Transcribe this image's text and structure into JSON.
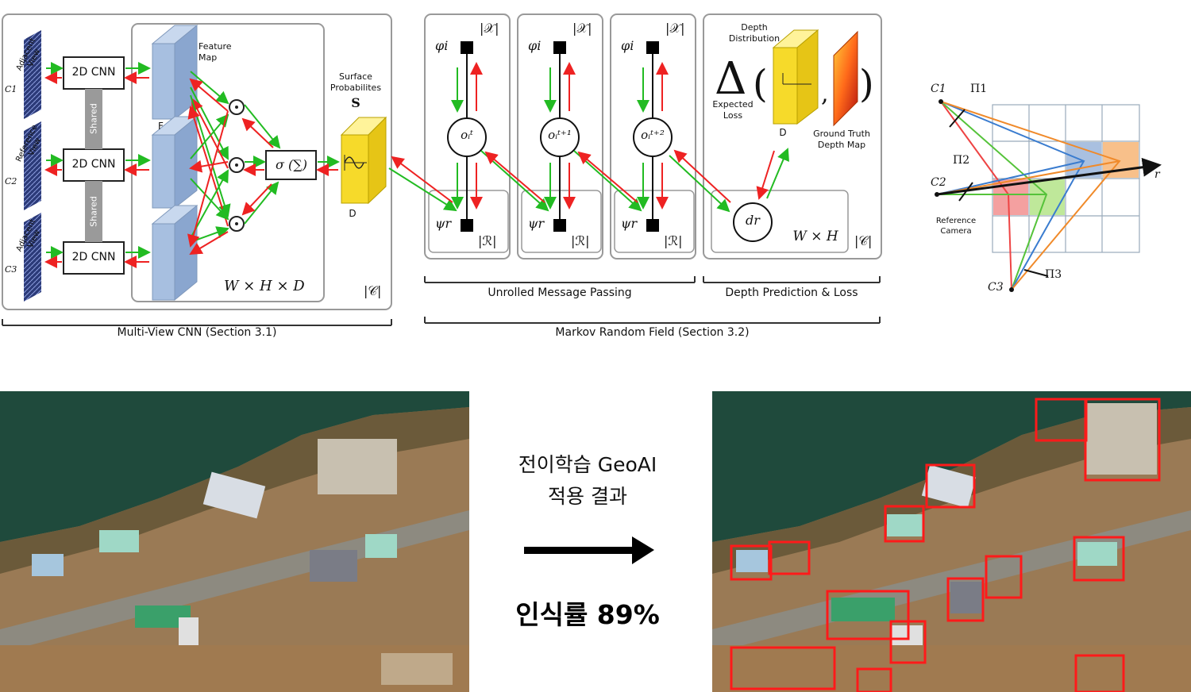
{
  "architecture": {
    "views": [
      "Adjacent View",
      "Reference View",
      "Adjacent View"
    ],
    "view_ids": [
      "C1",
      "C2",
      "C3"
    ],
    "cnn_label": "2D CNN",
    "shared_label": "Shared",
    "feature_map_label": "Feature\nMap",
    "f_label": "F",
    "sigma_label": "σ (∑)",
    "surface_label": "Surface\nProbabilites",
    "s_label": "S",
    "d_label": "D",
    "whd_label": "W × H × D",
    "c_label": "|𝒞|",
    "x_label": "|𝒳|",
    "r_label": "|ℛ|",
    "phi_label": "φi",
    "psi_label": "ψr",
    "o_labels": [
      "oᵢᵗ",
      "oᵢᵗ⁺¹",
      "oᵢᵗ⁺²"
    ],
    "depth_dist_label": "Depth\nDistribution",
    "expected_loss_label": "Expected\nLoss",
    "gt_label": "Ground Truth\nDepth Map",
    "dr_label": "dr",
    "wh_label": "W × H",
    "section_labels": {
      "unrolled": "Unrolled Message Passing",
      "depth_pred": "Depth Prediction & Loss",
      "mvcnn": "Multi-View CNN (Section 3.1)",
      "mrf": "Markov Random Field (Section 3.2)"
    }
  },
  "ray_diagram": {
    "cameras": [
      "C1",
      "C2",
      "C3"
    ],
    "planes": [
      "Π1",
      "Π2",
      "Π3"
    ],
    "ray_label": "r",
    "ref_label": "Reference\nCamera"
  },
  "result": {
    "title_line1": "전이학습 GeoAI",
    "title_line2": "적용 결과",
    "rate_label": "인식률 89%"
  }
}
